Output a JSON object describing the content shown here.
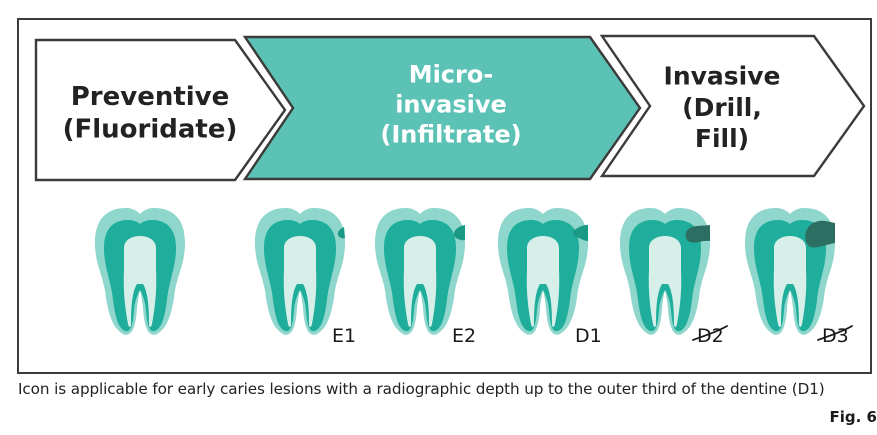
{
  "stages": [
    {
      "lines": [
        "Preventive",
        "(Fluoridate)"
      ],
      "fill": "#ffffff",
      "text_color": "#222222"
    },
    {
      "lines": [
        "Micro-",
        "invasive",
        "(Infiltrate)"
      ],
      "fill": "#5bc2b5",
      "text_color": "#ffffff"
    },
    {
      "lines": [
        "Invasive",
        "(Drill,",
        "Fill)"
      ],
      "fill": "#ffffff",
      "text_color": "#222222"
    }
  ],
  "teeth": [
    {
      "label": "",
      "crossed": false,
      "lesion": "none"
    },
    {
      "label": "E1",
      "crossed": false,
      "lesion": "enamel-outer"
    },
    {
      "label": "E2",
      "crossed": false,
      "lesion": "enamel-inner"
    },
    {
      "label": "D1",
      "crossed": false,
      "lesion": "dentine-outer"
    },
    {
      "label": "D2",
      "crossed": true,
      "lesion": "dentine-middle"
    },
    {
      "label": "D3",
      "crossed": true,
      "lesion": "dentine-inner"
    }
  ],
  "colors": {
    "enamel": "#8fd6cc",
    "dentine": "#1fae9b",
    "pulp": "#d7efe9",
    "lesion_light": "#1a9987",
    "lesion_dark": "#2c6f62"
  },
  "caption": "Icon is applicable for early caries lesions with a radiographic depth up to the outer third of the dentine (D1)",
  "figure_label": "Fig. 6"
}
